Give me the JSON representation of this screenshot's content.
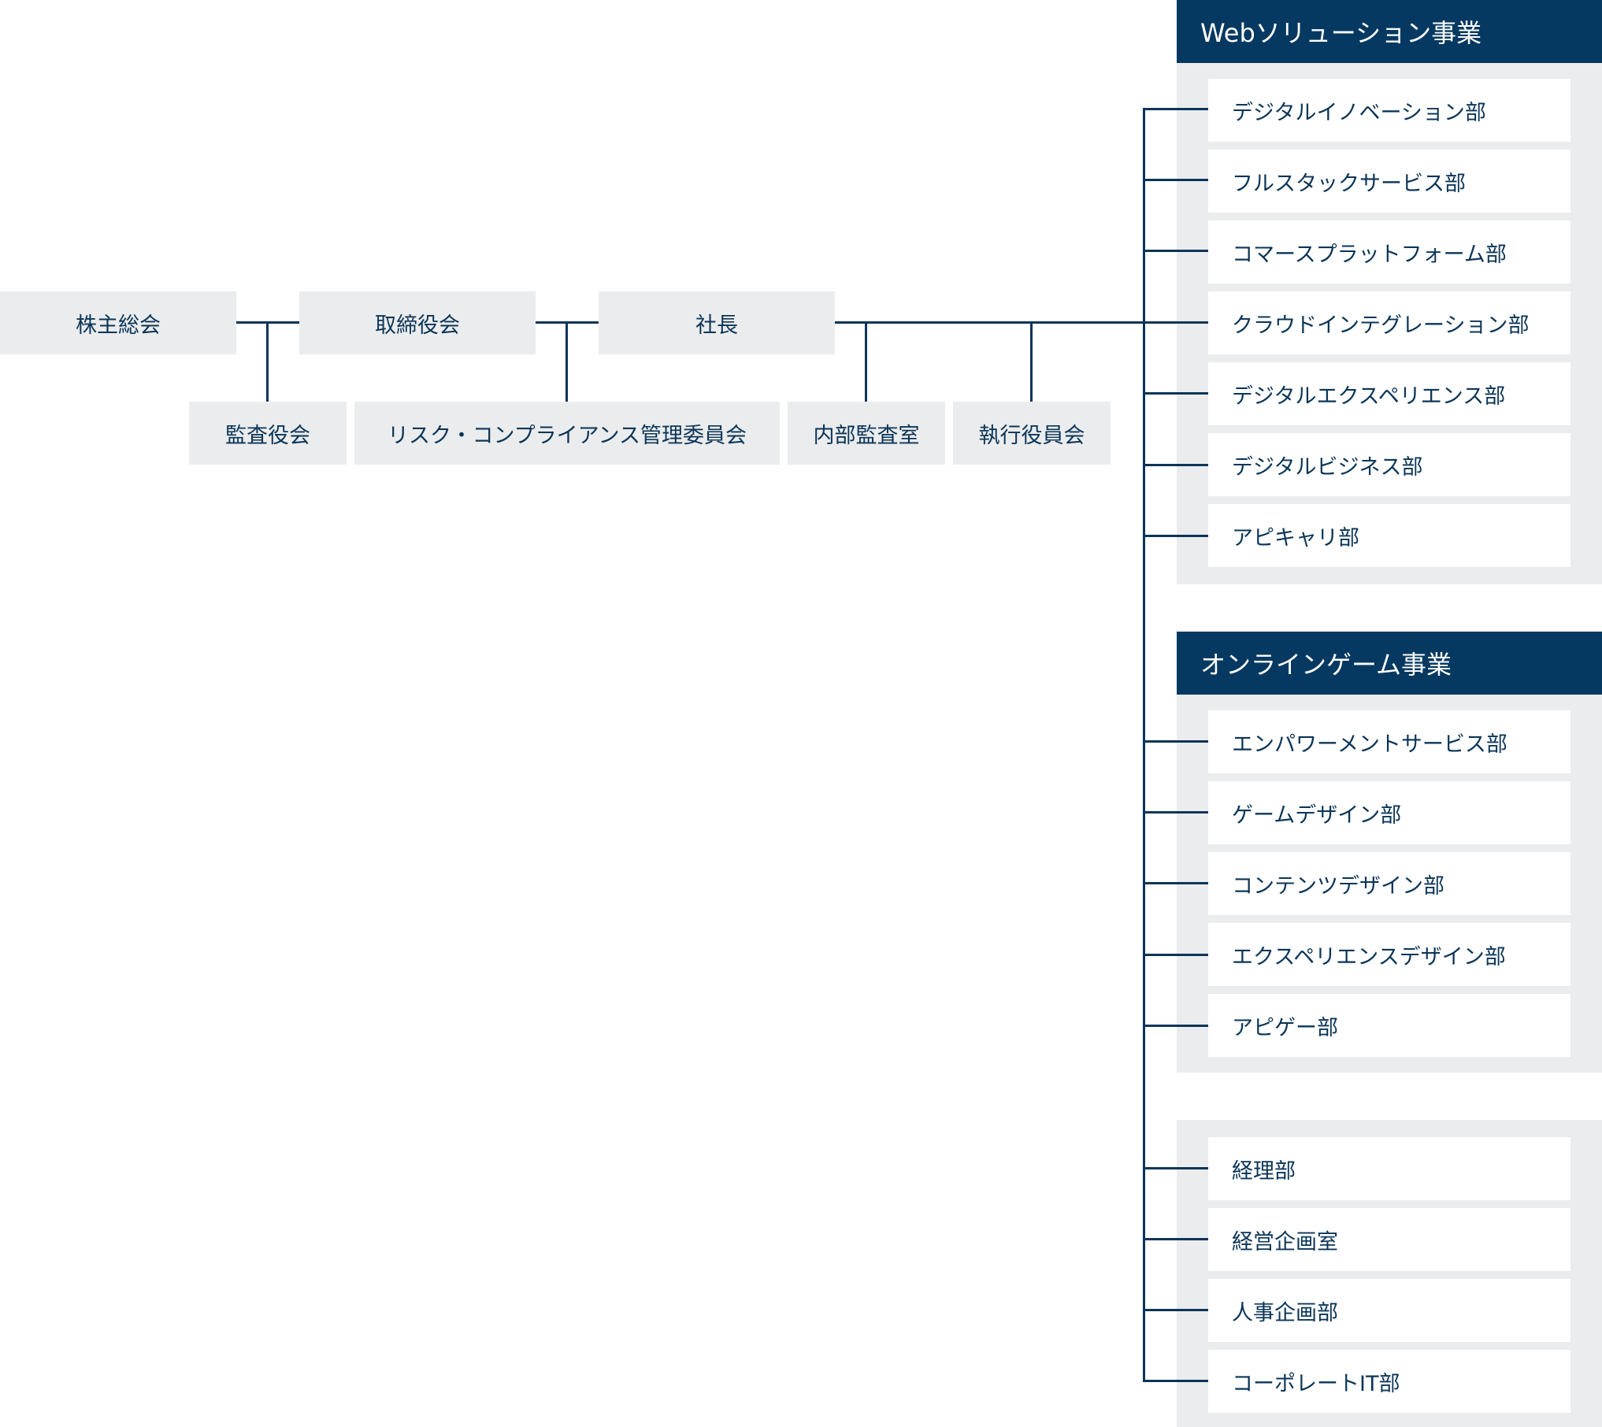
{
  "colors": {
    "line": "#0b3558",
    "header": "#053961",
    "box": "#ebeced",
    "text": "#0b3558"
  },
  "top": {
    "shareholders": "株主総会",
    "auditors": "監査役会",
    "board": "取締役会",
    "risk_committee": "リスク・コンプライアンス管理委員会",
    "president": "社長",
    "internal_audit": "内部監査室",
    "executive_officers": "執行役員会"
  },
  "divisions": [
    {
      "title": "Webソリューション事業",
      "departments": [
        "デジタルイノベーション部",
        "フルスタックサービス部",
        "コマースプラットフォーム部",
        "クラウドインテグレーション部",
        "デジタルエクスペリエンス部",
        "デジタルビジネス部",
        "アピキャリ部"
      ]
    },
    {
      "title": "オンラインゲーム事業",
      "departments": [
        "エンパワーメントサービス部",
        "ゲームデザイン部",
        "コンテンツデザイン部",
        "エクスペリエンスデザイン部",
        "アピゲー部"
      ]
    },
    {
      "title": "",
      "departments": [
        "経理部",
        "経営企画室",
        "人事企画部",
        "コーポレートIT部"
      ]
    }
  ]
}
